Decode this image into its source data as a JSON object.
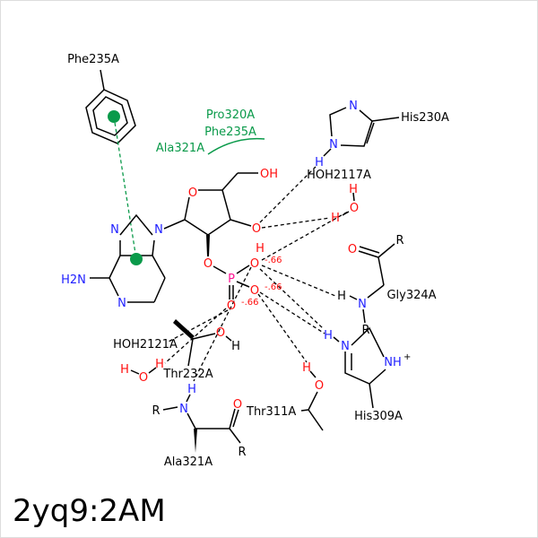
{
  "title": "2yq9:2AM",
  "residues": {
    "phe235_top": "Phe235A",
    "pro320": "Pro320A",
    "phe235_hydro": "Phe235A",
    "ala321_hydro": "Ala321A",
    "his230": "His230A",
    "hoh2117": "HOH2117A",
    "gly324": "Gly324A",
    "his309": "His309A",
    "hoh2121": "HOH2121A",
    "thr232": "Thr232A",
    "thr311": "Thr311A",
    "ala321": "Ala321A"
  },
  "atoms": {
    "N": "N",
    "O": "O",
    "H": "H",
    "OH": "OH",
    "P": "P",
    "R": "R",
    "NH": "NH",
    "plus": "+",
    "H2N": "H2N",
    "charge": "-.66"
  },
  "colors": {
    "hydrophobic": "#0a9a4a",
    "nitrogen": "#2020ff",
    "oxygen": "#ff0d0d",
    "phosphorus": "#ff1493"
  }
}
